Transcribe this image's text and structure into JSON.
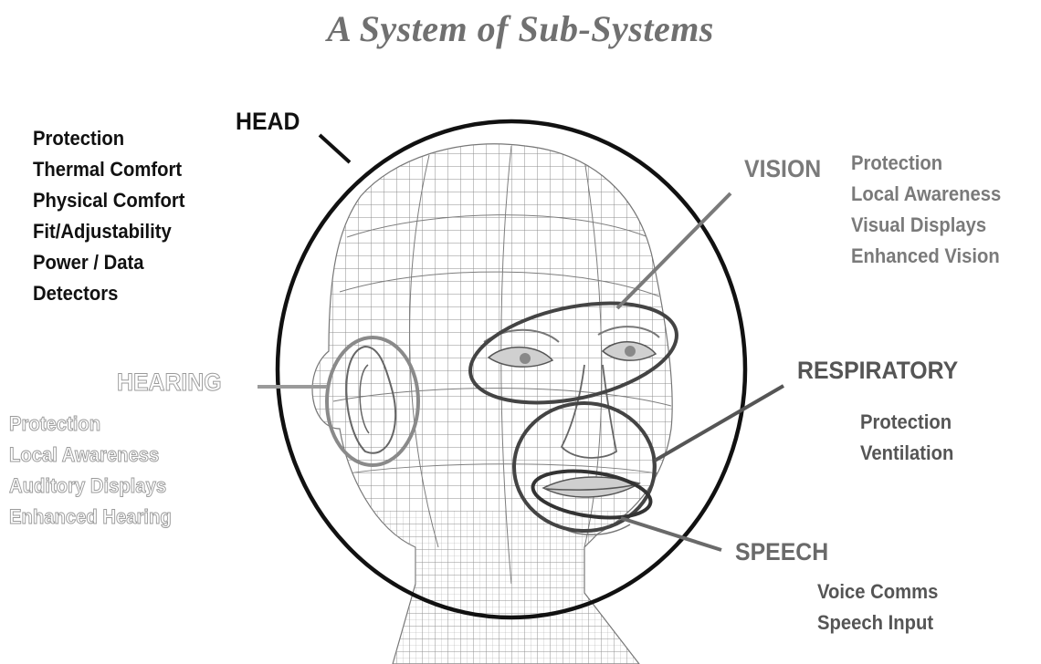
{
  "title": "A System of Sub-Systems",
  "subsystems": {
    "head": {
      "label": "HEAD",
      "items": [
        "Protection",
        "Thermal Comfort",
        "Physical Comfort",
        "Fit/Adjustability",
        "Power / Data",
        "Detectors"
      ]
    },
    "vision": {
      "label": "VISION",
      "items": [
        "Protection",
        "Local Awareness",
        "Visual Displays",
        "Enhanced Vision"
      ]
    },
    "hearing": {
      "label": "HEARING",
      "items": [
        "Protection",
        "Local Awareness",
        "Auditory Displays",
        "Enhanced Hearing"
      ]
    },
    "respiratory": {
      "label": "RESPIRATORY",
      "items": [
        "Protection",
        "Ventilation"
      ]
    },
    "speech": {
      "label": "SPEECH",
      "items": [
        "Voice Comms",
        "Speech Input"
      ]
    }
  },
  "colors": {
    "head": "#111111",
    "vision": "#7a7a7a",
    "hearing": "#a0a0a0",
    "respiratory": "#555555",
    "speech": "#6a6a6a",
    "mesh": "#8c8c8c"
  }
}
